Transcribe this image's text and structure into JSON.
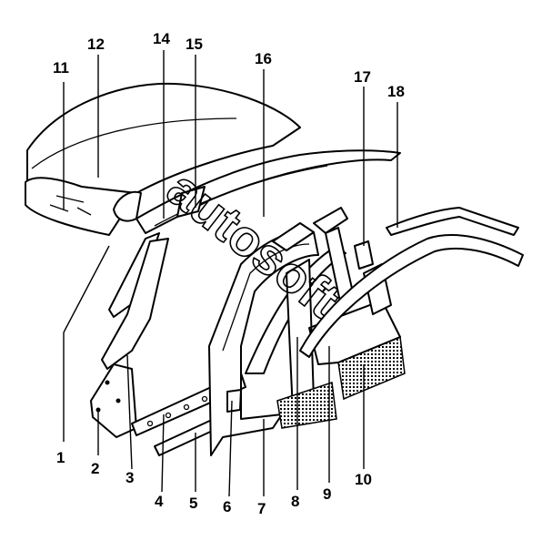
{
  "callouts": [
    {
      "id": "1",
      "text": "1"
    },
    {
      "id": "2",
      "text": "2"
    },
    {
      "id": "3",
      "text": "3"
    },
    {
      "id": "4",
      "text": "4"
    },
    {
      "id": "5",
      "text": "5"
    },
    {
      "id": "6",
      "text": "6"
    },
    {
      "id": "7",
      "text": "7"
    },
    {
      "id": "8",
      "text": "8"
    },
    {
      "id": "9",
      "text": "9"
    },
    {
      "id": "10",
      "text": "10"
    },
    {
      "id": "11",
      "text": "11"
    },
    {
      "id": "12",
      "text": "12"
    },
    {
      "id": "14",
      "text": "14"
    },
    {
      "id": "15",
      "text": "15"
    },
    {
      "id": "16",
      "text": "16"
    },
    {
      "id": "17",
      "text": "17"
    },
    {
      "id": "18",
      "text": "18"
    }
  ],
  "watermark": "autosoft"
}
